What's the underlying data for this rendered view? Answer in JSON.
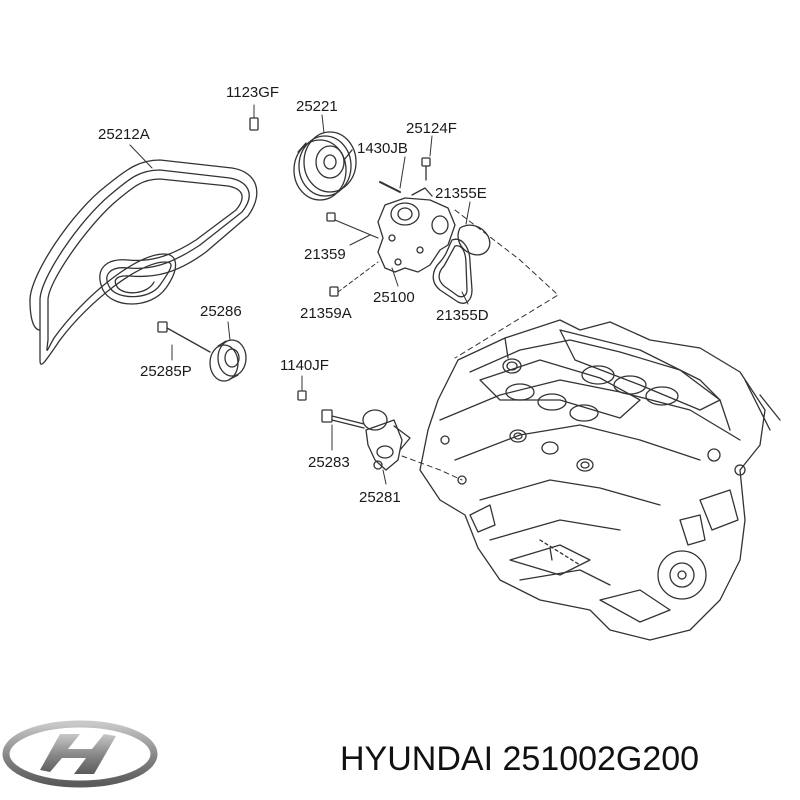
{
  "diagram": {
    "labels": [
      {
        "id": "1123GF",
        "text": "1123GF"
      },
      {
        "id": "25221",
        "text": "25221"
      },
      {
        "id": "25212A",
        "text": "25212A"
      },
      {
        "id": "1430JB",
        "text": "1430JB"
      },
      {
        "id": "25124F",
        "text": "25124F"
      },
      {
        "id": "21355E",
        "text": "21355E"
      },
      {
        "id": "21359",
        "text": "21359"
      },
      {
        "id": "25100",
        "text": "25100"
      },
      {
        "id": "21359A",
        "text": "21359A"
      },
      {
        "id": "21355D",
        "text": "21355D"
      },
      {
        "id": "25286",
        "text": "25286"
      },
      {
        "id": "25285P",
        "text": "25285P"
      },
      {
        "id": "1140JF",
        "text": "1140JF"
      },
      {
        "id": "25283",
        "text": "25283"
      },
      {
        "id": "25281",
        "text": "25281"
      }
    ]
  },
  "footer": {
    "brand_part": "HYUNDAI 251002G200",
    "logo_icon": "hyundai-logo-icon"
  },
  "colors": {
    "line": "#333333",
    "logo_gray": "#8a8a8a"
  }
}
